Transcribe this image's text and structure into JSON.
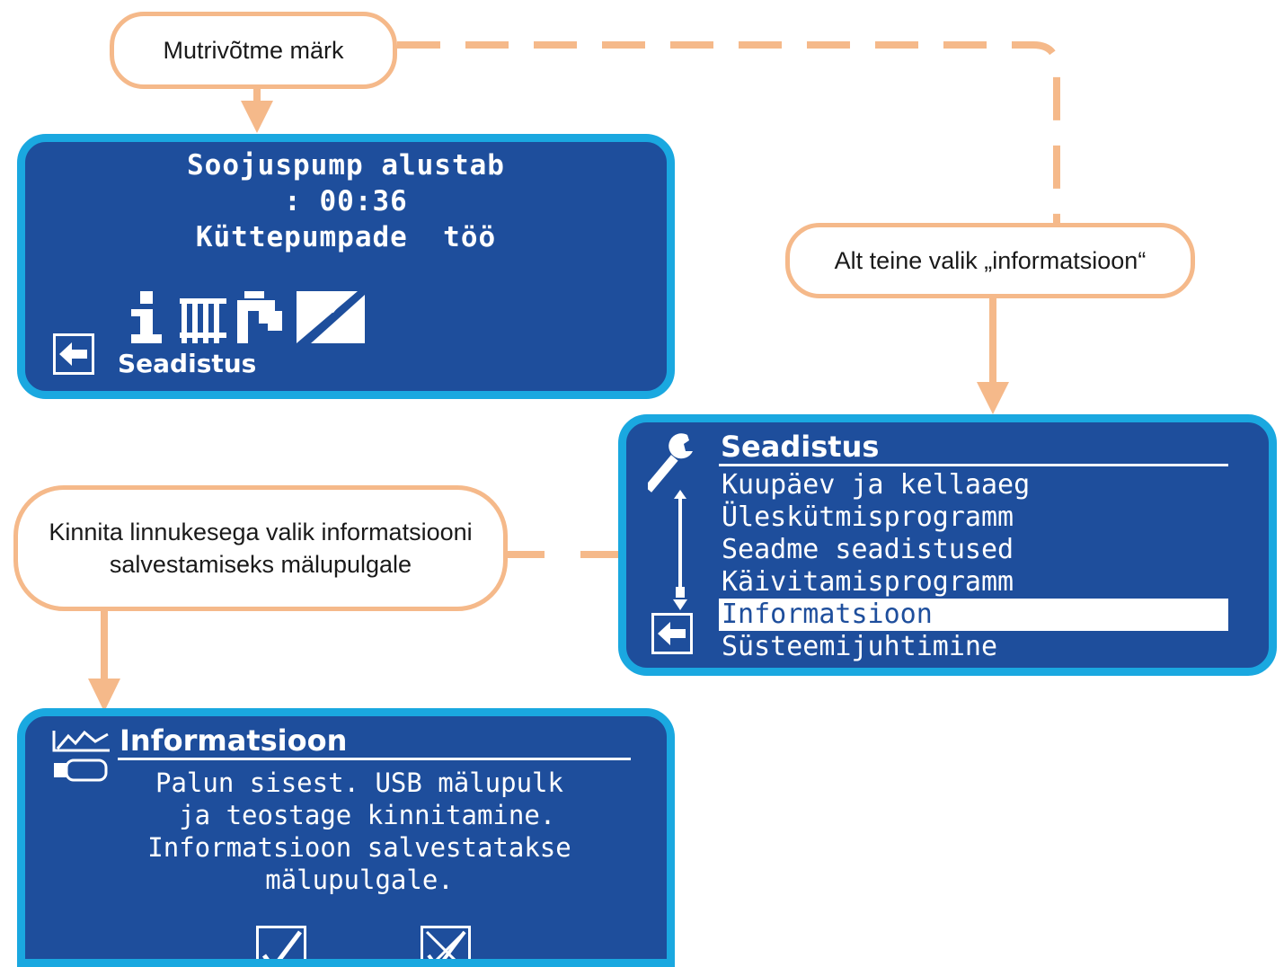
{
  "callouts": {
    "wrench_mark": "Mutrivõtme märk",
    "alt_info": "Alt teine valik „informatsioon“",
    "confirm": "Kinnita linnukesega valik informatsiooni\nsalvestamiseks mälupulgale"
  },
  "screen1": {
    "lines": [
      "Soojuspump alustab",
      ": 00:36",
      "Küttepumpade  töö"
    ],
    "icons": [
      "info-icon",
      "radiator-icon",
      "faucet-icon",
      "wrench-settings-icon"
    ],
    "label": "Seadistus"
  },
  "screen2": {
    "title": "Seadistus",
    "items": [
      {
        "label": "Kuupäev ja kellaaeg",
        "selected": false
      },
      {
        "label": "Üleskütmisprogramm",
        "selected": false
      },
      {
        "label": "Seadme seadistused",
        "selected": false
      },
      {
        "label": "Käivitamisprogramm",
        "selected": false
      },
      {
        "label": "Informatsioon",
        "selected": true
      },
      {
        "label": "Süsteemijuhtimine",
        "selected": false
      }
    ]
  },
  "screen3": {
    "title": "Informatsioon",
    "lines": [
      "Palun sisest. USB mälupulk",
      " ja teostage kinnitamine.",
      "Informatsioon salvestatakse",
      "mälupulgale."
    ],
    "buttons": [
      "checkmark-icon",
      "cancel-checkbox-icon"
    ]
  },
  "colors": {
    "callout_border": "#f5b98a",
    "screen_bg": "#1e4e9c",
    "screen_border": "#1aa8e0"
  }
}
